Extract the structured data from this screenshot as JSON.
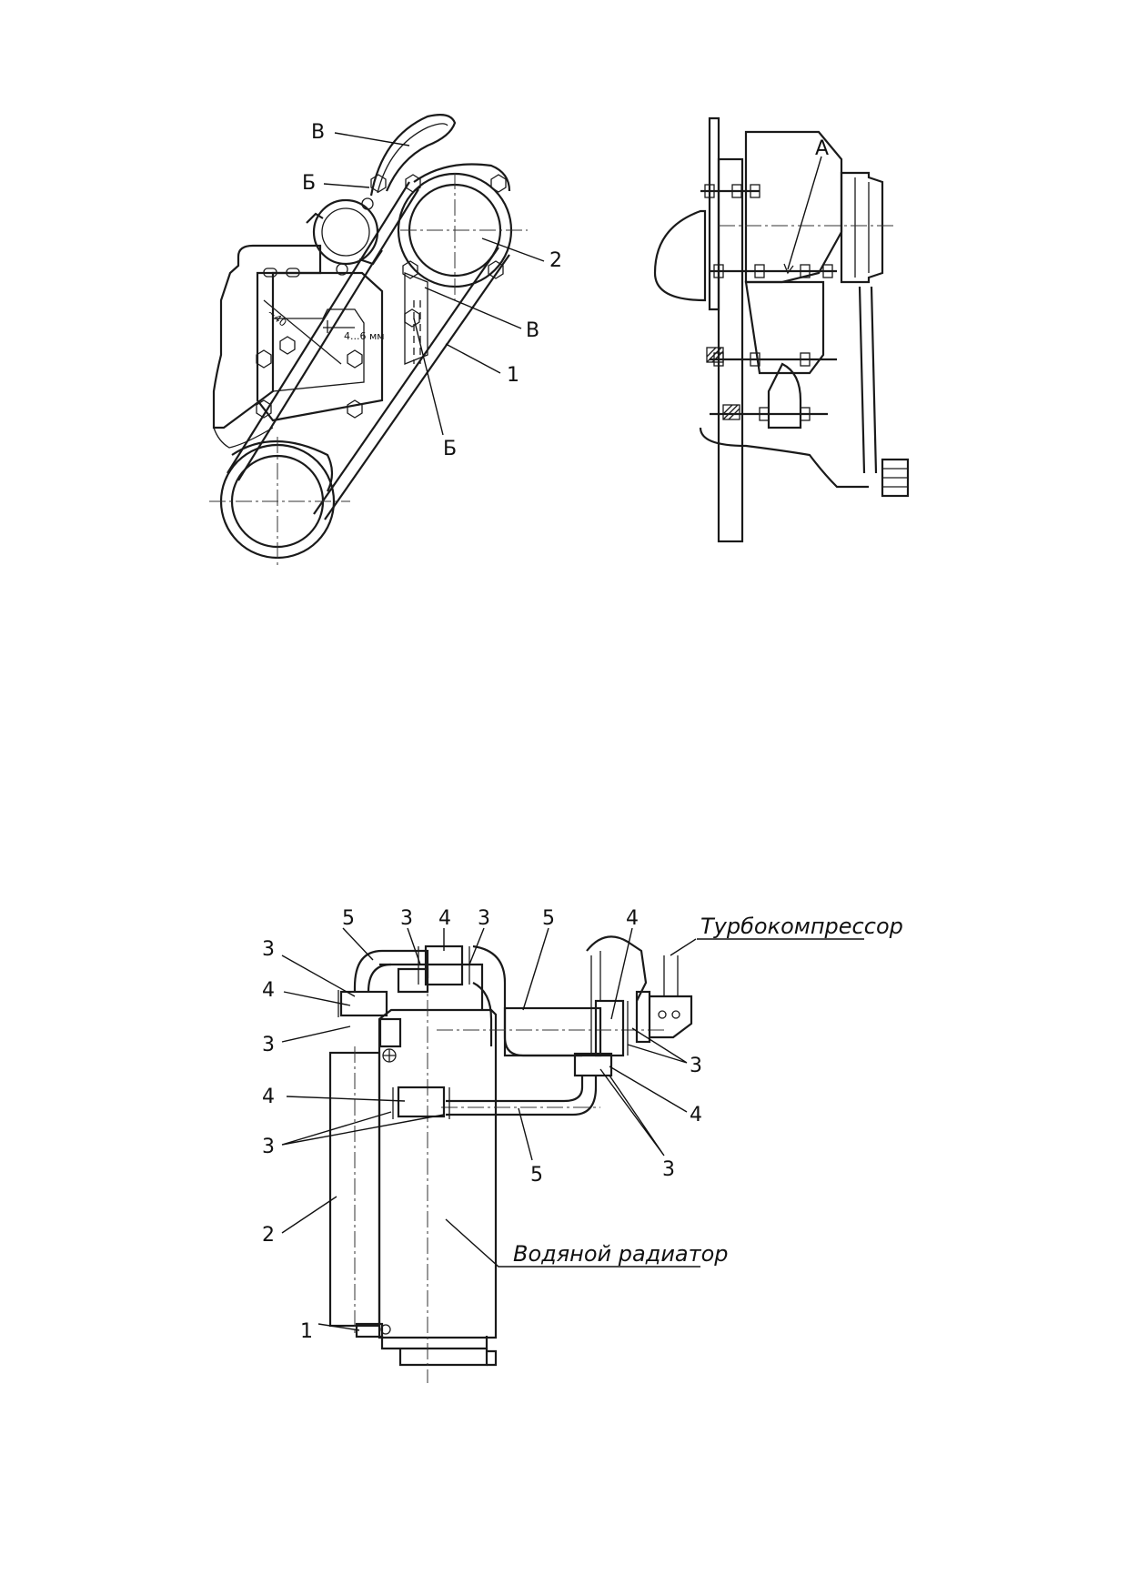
{
  "figure1": {
    "front_view": {
      "labels": {
        "v_top": "В",
        "b_top": "Б",
        "num_2": "2",
        "v_mid": "В",
        "num_1": "1",
        "b_bottom": "Б"
      },
      "dimensions": {
        "angle": "~40",
        "deflection": "4...6 мм"
      }
    },
    "side_view": {
      "labels": {
        "a": "А"
      }
    }
  },
  "figure2": {
    "labels": {
      "top_5a": "5",
      "top_3a": "3",
      "top_4": "4",
      "top_3b": "3",
      "top_5b": "5",
      "top_4b": "4",
      "left_3a": "3",
      "left_4a": "4",
      "left_3b": "3",
      "left_4b": "4",
      "left_3c": "3",
      "left_2": "2",
      "left_1": "1",
      "right_3a": "3",
      "right_4": "4",
      "right_3b": "3",
      "mid_5": "5"
    },
    "captions": {
      "turbo": "Турбокомпрессор",
      "radiator": "Водяной радиатор"
    }
  }
}
